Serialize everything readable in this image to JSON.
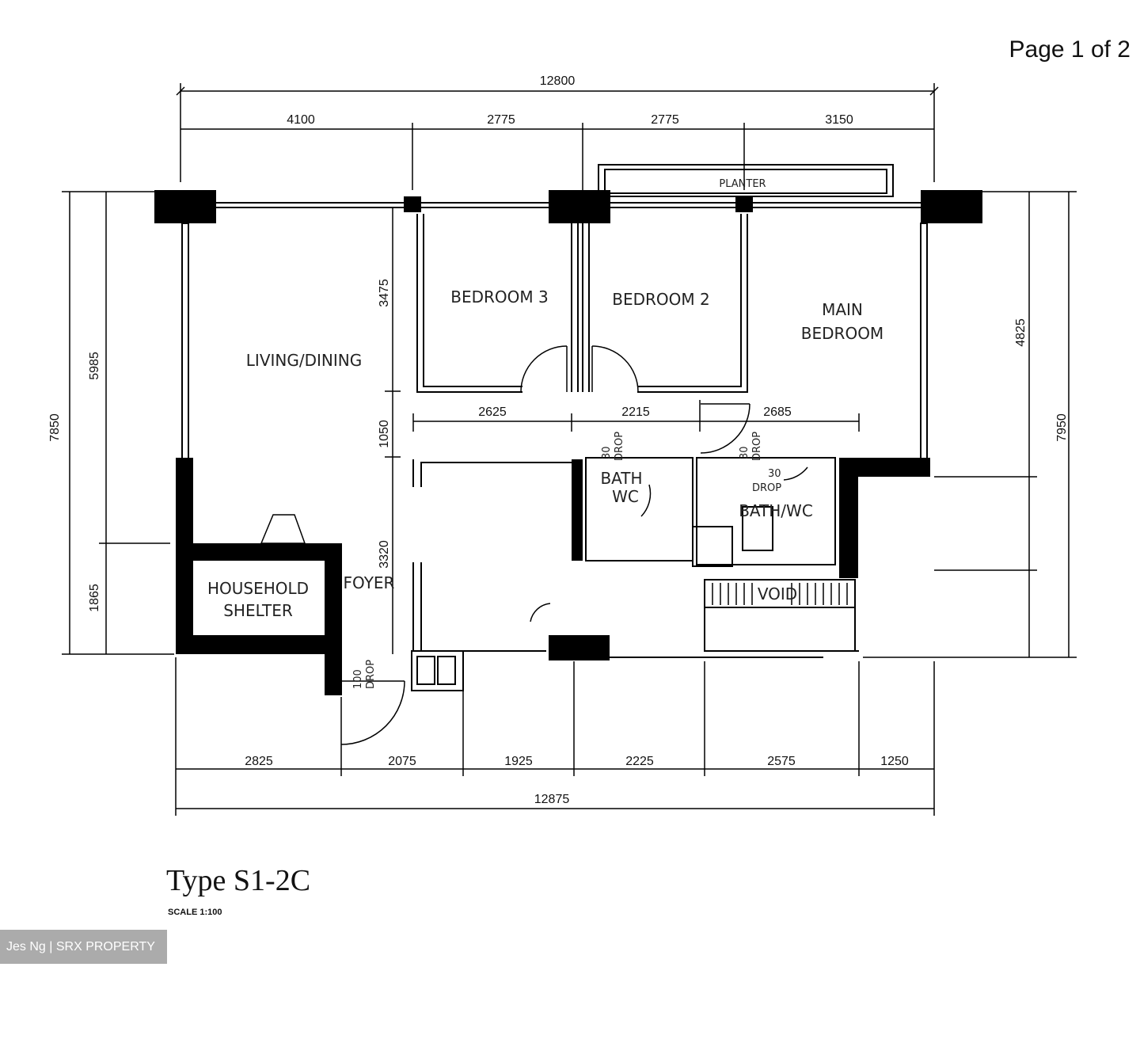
{
  "page_label": "Page 1 of 2",
  "type_title": "Type S1-2C",
  "scale_label": "SCALE 1:100",
  "watermark": "Jes Ng | SRX PROPERTY",
  "dims": {
    "top_total": "12800",
    "top_1": "4100",
    "top_2": "2775",
    "top_3": "2775",
    "top_4": "3150",
    "left_total": "7850",
    "left_upper": "5985",
    "left_lower": "1865",
    "right_total": "7950",
    "right_upper": "4825",
    "mid_1": "2625",
    "mid_2": "2215",
    "mid_3": "2685",
    "v_3475": "3475",
    "v_1050": "1050",
    "v_3320": "3320",
    "bot_1": "2825",
    "bot_2": "2075",
    "bot_3": "1925",
    "bot_4": "2225",
    "bot_5": "2575",
    "bot_6": "1250",
    "bottom_total": "12875"
  },
  "rooms": {
    "bedroom3": "BEDROOM 3",
    "bedroom2": "BEDROOM 2",
    "main_bedroom_1": "MAIN",
    "main_bedroom_2": "BEDROOM",
    "living": "LIVING/DINING",
    "shelter_1": "HOUSEHOLD",
    "shelter_2": "SHELTER",
    "foyer": "FOYER",
    "planter": "PLANTER",
    "bath1": "BATH",
    "wc1": "WC",
    "bath2": "BATH/WC",
    "void": "VOID",
    "drop": "DROP",
    "drop30": "30",
    "drop100": "100"
  }
}
